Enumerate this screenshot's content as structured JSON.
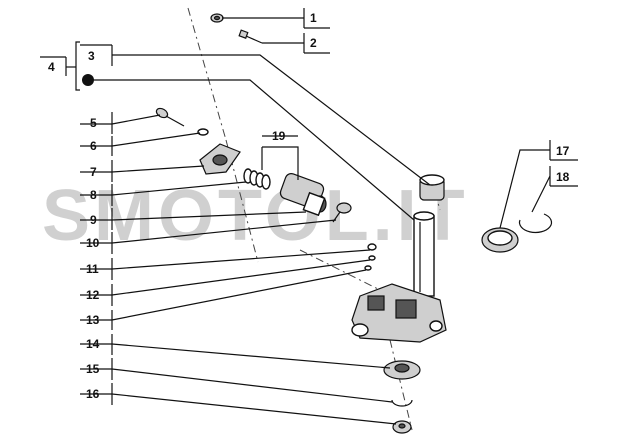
{
  "watermark": "SMOTOL.IT",
  "callouts": {
    "c1": "1",
    "c2": "2",
    "c3": "3",
    "c4": "4",
    "c5": "5",
    "c6": "6",
    "c7": "7",
    "c8": "8",
    "c9": "9",
    "c10": "10",
    "c11": "11",
    "c12": "12",
    "c13": "13",
    "c14": "14",
    "c15": "15",
    "c16": "16",
    "c17": "17",
    "c18": "18",
    "c19": "19"
  },
  "icons": {
    "bullet": "filled-circle"
  }
}
